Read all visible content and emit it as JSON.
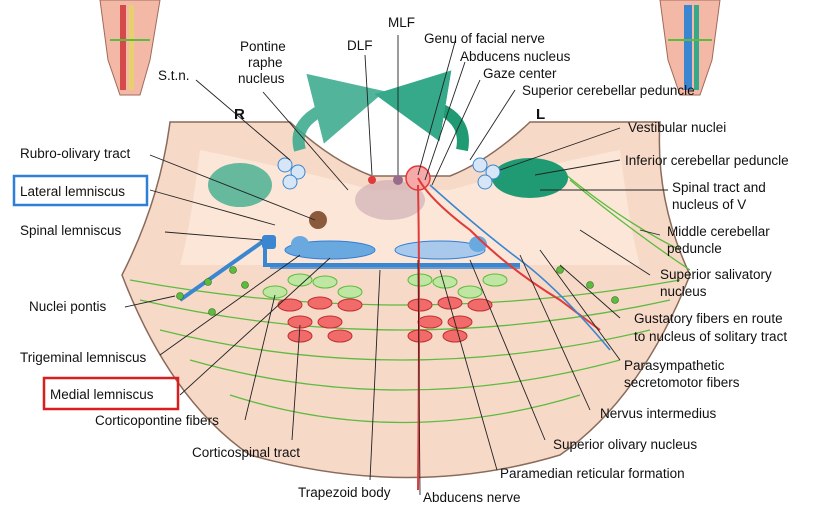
{
  "orientation": {
    "right": "R",
    "left": "L"
  },
  "labels": {
    "s_t_n": "S.t.n.",
    "pontine_raphe": [
      "Pontine",
      "raphe",
      "nucleus"
    ],
    "dlf": "DLF",
    "mlf": "MLF",
    "genu_facial": "Genu of facial nerve",
    "abducens_nucleus": "Abducens nucleus",
    "gaze_center": "Gaze center",
    "superior_cerebellar_peduncle": "Superior cerebellar peduncle",
    "rubro_olivary": "Rubro-olivary tract",
    "lateral_lemniscus": "Lateral lemniscus",
    "spinal_lemniscus": "Spinal lemniscus",
    "nuclei_pontis": "Nuclei pontis",
    "trigeminal_lemniscus": "Trigeminal lemniscus",
    "medial_lemniscus": "Medial lemniscus",
    "corticopontine": "Corticopontine fibers",
    "corticospinal": "Corticospinal tract",
    "trapezoid_body": "Trapezoid body",
    "abducens_nerve": "Abducens nerve",
    "paramedian_reticular": "Paramedian reticular formation",
    "superior_olivary": "Superior olivary nucleus",
    "nervus_intermedius": "Nervus intermedius",
    "parasympathetic": [
      "Parasympathetic",
      "secretomotor fibers"
    ],
    "gustatory": [
      "Gustatory fibers en route",
      "to nucleus of solitary tract"
    ],
    "superior_salivatory": [
      "Superior salivatory",
      "nucleus"
    ],
    "middle_cerebellar": [
      "Middle cerebellar",
      "peduncle"
    ],
    "spinal_tract_v": [
      "Spinal tract and",
      "nucleus of V"
    ],
    "inferior_cerebellar": "Inferior cerebellar peduncle",
    "vestibular_nuclei": "Vestibular nuclei"
  },
  "highlights": {
    "lateral_lemniscus_box": "#2f7fd8",
    "medial_lemniscus_box": "#d81e1e"
  },
  "colors": {
    "pons_fill": "#f7d9c8",
    "pons_stroke": "#8a6a5a",
    "tegmentum_fill": "#fbe8dc",
    "teal": "#35a98a",
    "blue": "#3a86d0",
    "red": "#e03a3a",
    "green": "#5dbb3f"
  }
}
